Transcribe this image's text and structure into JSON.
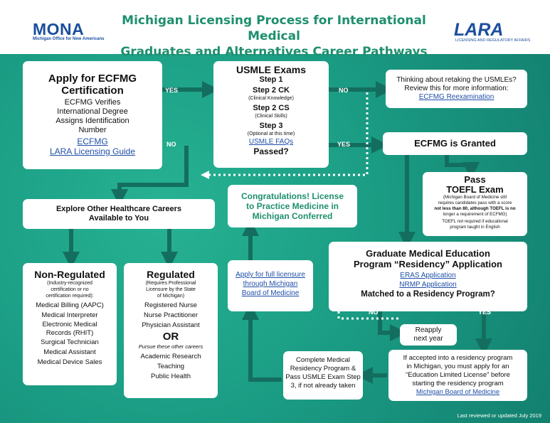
{
  "header": {
    "title_line1": "Michigan Licensing Process for International Medical",
    "title_line2": "Graduates and Alternatives Career Pathways",
    "mona_logo": "MONA",
    "mona_sub": "Michigan Office for New Americans",
    "lara_logo": "LARA",
    "lara_sub": "LICENSING AND REGULATORY AFFAIRS"
  },
  "apply_box": {
    "title1": "Apply for ECFMG",
    "title2": "Certification",
    "line1": "ECFMG Verifies",
    "line2": "International Degree",
    "line3": "Assigns Identification",
    "line4": "Number",
    "link1": "ECFMG",
    "link2": "LARA Licensing Guide"
  },
  "usmle_box": {
    "title": "USMLE Exams",
    "step1": "Step 1",
    "step2ck": "Step 2 CK",
    "step2ck_sub": "(Clinical Knowledge)",
    "step2cs": "Step 2 CS",
    "step2cs_sub": "(Clinical Skills)",
    "step3": "Step 3",
    "step3_sub": "(Optional at this time)",
    "link": "USMLE FAQs",
    "question": "Passed?"
  },
  "retake_box": {
    "line1": "Thinking about retaking the USMLEs?",
    "line2": "Review this for more information:",
    "link": "ECFMG Reexamination"
  },
  "granted_box": {
    "title": "ECFMG is Granted"
  },
  "toefl_box": {
    "title1": "Pass",
    "title2": "TOEFL Exam",
    "note1": "(Michigan Board of Medicine still",
    "note2": "requires candidates pass with a score",
    "note3": "not less than 80, although TOEFL is no",
    "note4": "longer a requirement of ECFMG)",
    "note5": "TOEFL not required if educational",
    "note6": "program taught in English"
  },
  "congrats_box": {
    "line1": "Congratulations! License",
    "line2": "to Practice Medicine in",
    "line3": "Michigan Conferred"
  },
  "full_license_box": {
    "line1": "Apply for full licensure",
    "line2": "through Michigan",
    "line3": "Board of Medicine"
  },
  "explore_box": {
    "line1": "Explore Other Healthcare Careers",
    "line2": "Available to You"
  },
  "gme_box": {
    "title1": "Graduate Medical Education",
    "title2": "Program “Residency” Application",
    "link1": "ERAS Application",
    "link2": "NRMP Application",
    "question": "Matched to a Residency Program?"
  },
  "reapply_box": {
    "line1": "Reapply",
    "line2": "next year"
  },
  "accepted_box": {
    "line1": "If accepted into a residency program",
    "line2": "in Michigan, you must apply for an",
    "line3": "“Education Limited License” before",
    "line4": "starting the residency program",
    "link": "Michigan Board of Medicine"
  },
  "complete_box": {
    "line1": "Complete Medical",
    "line2": "Residency Program &",
    "line3": "Pass USMLE Exam Step",
    "line4": "3, if not already taken"
  },
  "nonreg_box": {
    "title": "Non-Regulated",
    "sub1": "(Industry-recognized",
    "sub2": "certification or no",
    "sub3": "certification required):",
    "items": [
      "Medical Billing (AAPC)",
      "Medical Interpreter",
      "Electronic Medical",
      "Records (RHIT)",
      "Surgical Technician",
      "Medical Assistant",
      "Medical Device Sales"
    ]
  },
  "reg_box": {
    "title": "Regulated",
    "sub1": "(Requires Professional",
    "sub2": "Licensure by the State",
    "sub3": "of Michigan)",
    "items": [
      "Registered Nurse",
      "Nurse Practitioner",
      "Physician Assistant"
    ],
    "or": "OR",
    "pursue": "Pursue these other careers",
    "items2": [
      "Academic Research",
      "Teaching",
      "Public Health"
    ]
  },
  "labels": {
    "yes1": "YES",
    "no1": "NO",
    "no2": "NO",
    "yes2": "YES",
    "no3": "NO",
    "yes3": "YES"
  },
  "footer": "Last reviewed or updated July 2019",
  "colors": {
    "arrow": "#146e5f",
    "accent": "#1e8f6e",
    "brand": "#1b4f9c"
  }
}
